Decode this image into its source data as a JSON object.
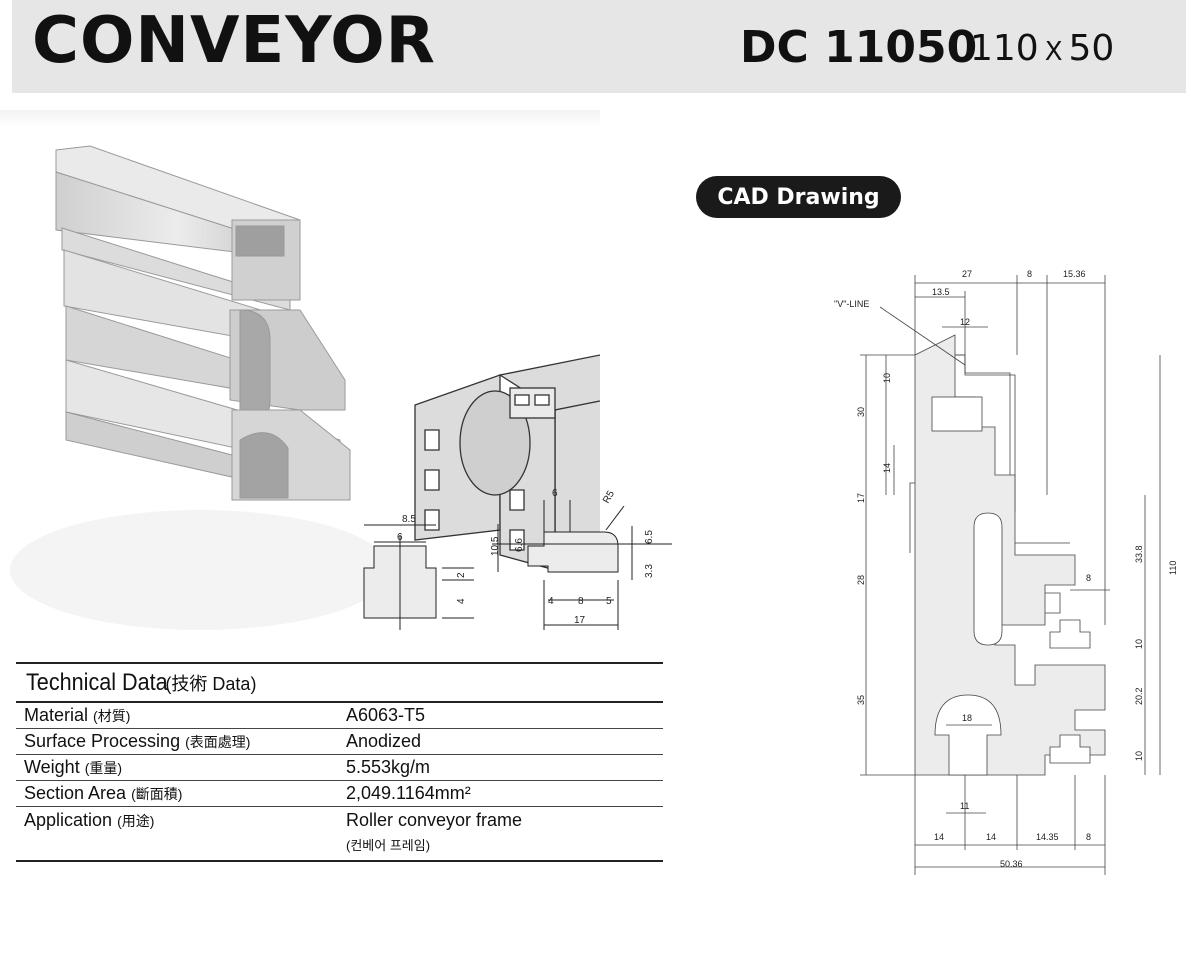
{
  "header": {
    "title": "CONVEYOR",
    "model": "DC 11050",
    "dim_w": "110",
    "dim_x": "X",
    "dim_h": "50"
  },
  "cad_badge": "CAD Drawing",
  "slot_detail": {
    "d1": "8.5",
    "d2": "6",
    "d3": "2",
    "d4": "4"
  },
  "tslot_detail": {
    "d1": "6",
    "d2": "R5",
    "d3": "10.5",
    "d4": "6.6",
    "d5": "6.5",
    "d6": "3.3",
    "d7": "4",
    "d8": "8",
    "d9": "5",
    "d10": "17"
  },
  "cad": {
    "top": [
      "27",
      "8",
      "15.36",
      "13.5",
      "12"
    ],
    "vline": "\"V\"-LINE",
    "left": [
      "10",
      "30",
      "14",
      "17",
      "28",
      "35"
    ],
    "right": [
      "33.8",
      "110",
      "8",
      "10",
      "20.2",
      "10"
    ],
    "inner": [
      "18",
      "11"
    ],
    "bottom": [
      "14",
      "14",
      "14.35",
      "8"
    ],
    "total": "50.36"
  },
  "technical": {
    "title": "Technical Data",
    "title_sub": "(技術  Data)",
    "rows": [
      {
        "key": "Material",
        "key_sub": "(材質)",
        "value": "A6063-T5"
      },
      {
        "key": "Surface Processing",
        "key_sub": "(表面處理)",
        "value": "Anodized"
      },
      {
        "key": "Weight",
        "key_sub": "(重量)",
        "value": "5.553kg/m"
      },
      {
        "key": "Section Area",
        "key_sub": "(斷面積)",
        "value": "2,049.1164mm²"
      },
      {
        "key": "Application",
        "key_sub": "(用途)",
        "value": "Roller conveyor frame",
        "value_sub": "(컨베어 프레임)"
      }
    ]
  }
}
